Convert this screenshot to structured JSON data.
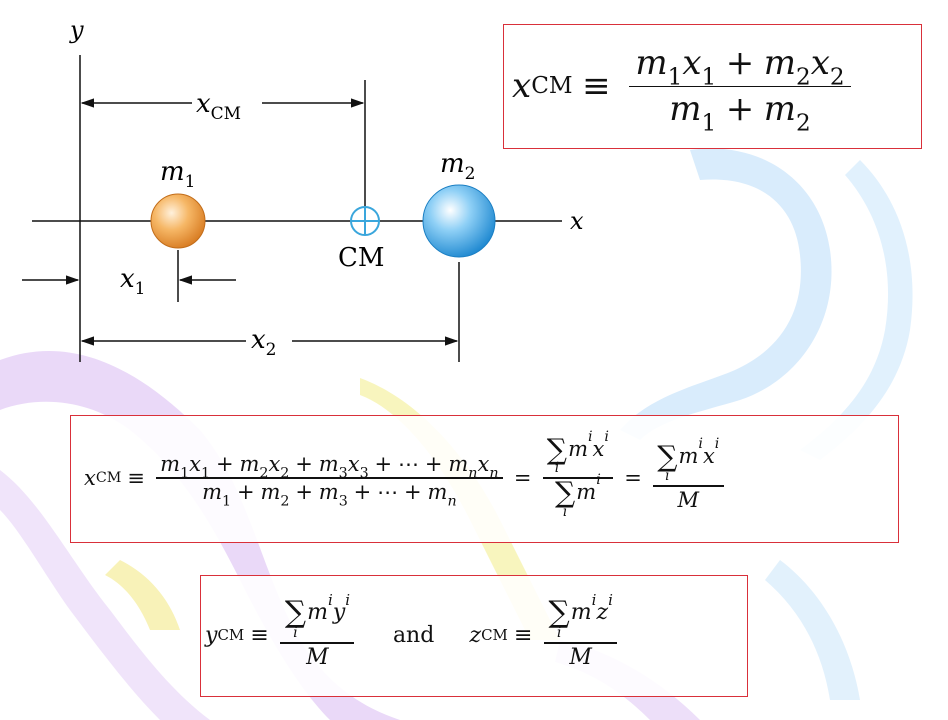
{
  "diagram": {
    "y_axis_label": "y",
    "x_axis_label": "x",
    "xcm_symbol": "x",
    "xcm_sub": "CM",
    "m1_symbol": "m",
    "m1_sub": "1",
    "m2_symbol": "m",
    "m2_sub": "2",
    "cm_label": "CM",
    "x1_symbol": "x",
    "x1_sub": "1",
    "x2_symbol": "x",
    "x2_sub": "2",
    "colors": {
      "m1": "#f0a24a",
      "m2": "#3fa7e6",
      "cm": "#3aa6dc"
    }
  },
  "equation_top": {
    "lhs": "x",
    "lhs_sub": "CM",
    "equiv": "≡",
    "numerator": [
      "m",
      "1",
      "x",
      "1",
      "+",
      "m",
      "2",
      "x",
      "2"
    ],
    "denominator": [
      "m",
      "1",
      "+",
      "m",
      "2"
    ]
  },
  "equation_xcm": {
    "lhs": "x",
    "lhs_sub": "CM",
    "equiv": "≡",
    "plus": "+",
    "ellipsis": "⋯",
    "sub_1": "1",
    "sub_2": "2",
    "sub_3": "3",
    "sub_n": "n",
    "m": "m",
    "x": "x",
    "sigma": "∑",
    "i": "i",
    "eq": "=",
    "M": "M"
  },
  "equation_yz": {
    "y_lhs": "y",
    "y_sub": "CM",
    "z_lhs": "z",
    "z_sub": "CM",
    "equiv": "≡",
    "sigma": "∑",
    "i": "i",
    "m": "m",
    "y": "y",
    "z": "z",
    "M": "M",
    "and": "and"
  },
  "colors": {
    "box_border": "#d9303a"
  }
}
